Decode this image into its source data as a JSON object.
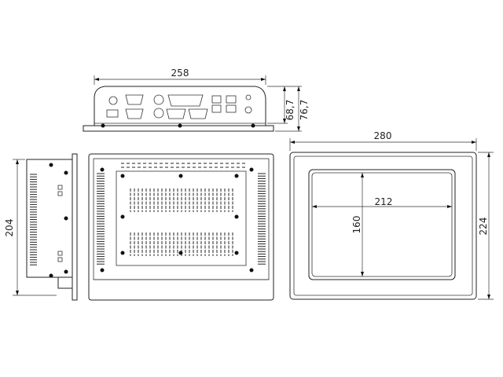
{
  "dimensions": {
    "top_width": "258",
    "top_height_inner": "68,7",
    "top_height_outer": "76,7",
    "side_height": "204",
    "front_width": "280",
    "front_height": "224",
    "screen_width": "212",
    "screen_height": "160"
  }
}
